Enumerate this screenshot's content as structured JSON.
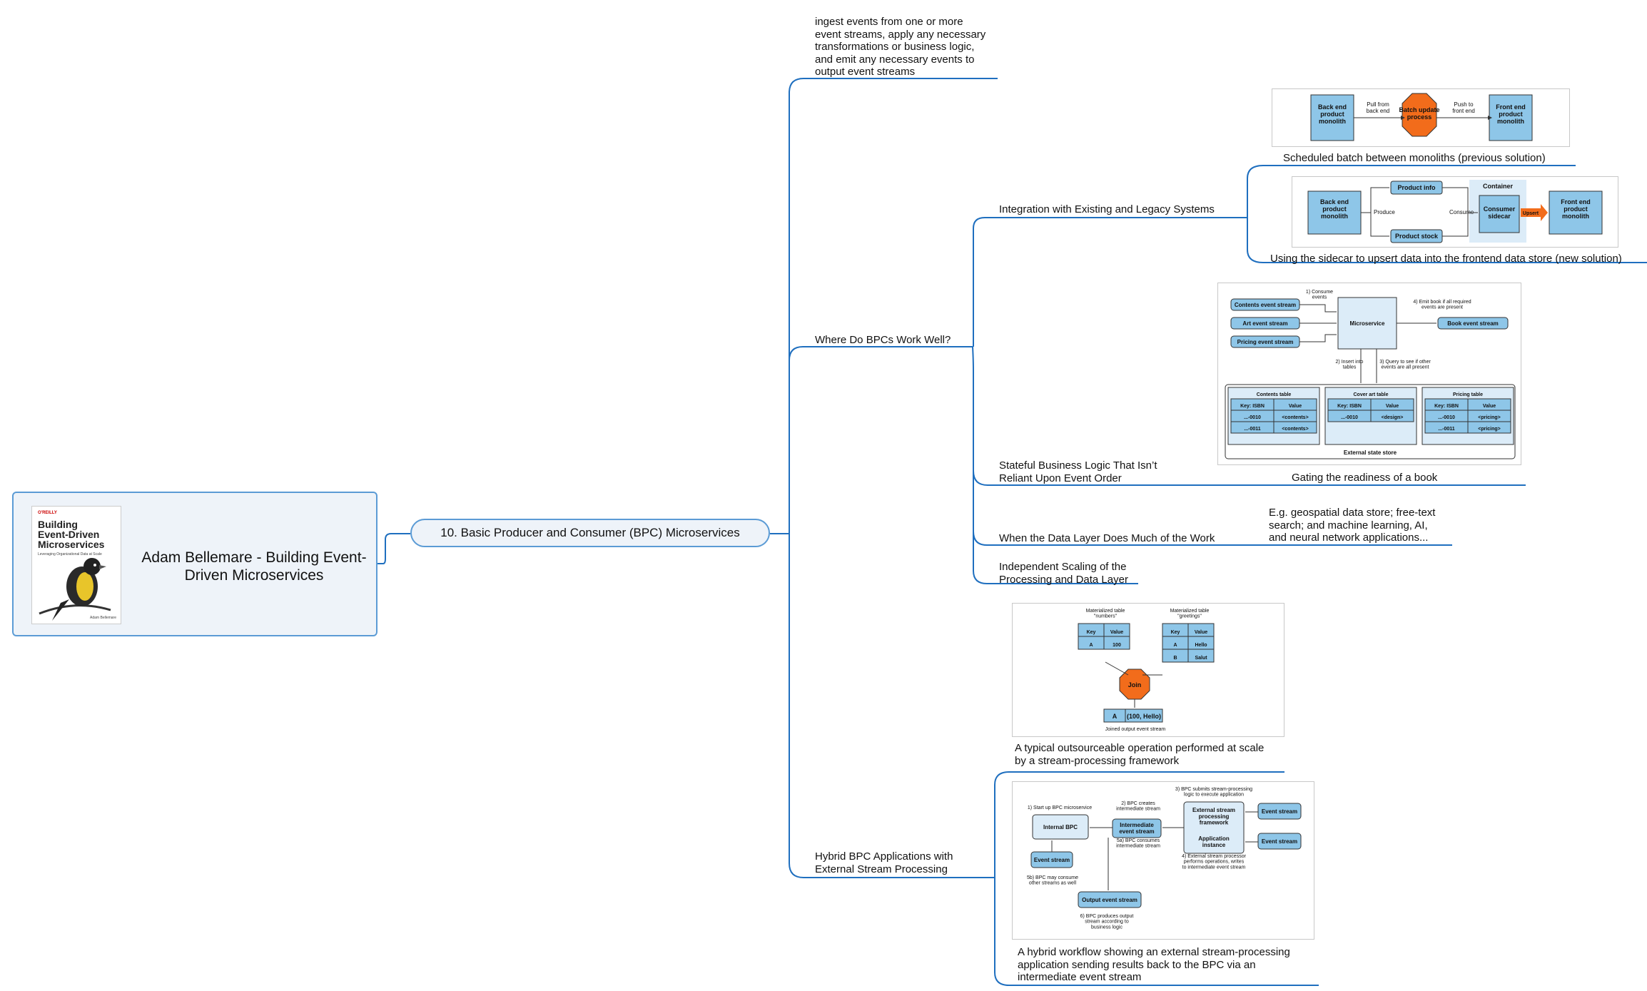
{
  "root": {
    "title": "Adam Bellemare - Building Event-Driven Microservices",
    "book_cover": {
      "publisher": "O'REILLY",
      "title": "Building\nEvent-Driven\nMicroservices",
      "subtitle": "Leveraging Organizational Data at Scale",
      "author": "Adam Bellemare"
    }
  },
  "topic": {
    "title": "10. Basic Producer and Consumer (BPC) Microservices"
  },
  "branches": {
    "definition": "ingest events from one or more\nevent streams, apply any necessary\ntransformations or business logic,\nand emit any necessary events to\noutput event streams",
    "where_work_well": "Where Do BPCs Work Well?",
    "hybrid": "Hybrid BPC Applications with\nExternal Stream Processing"
  },
  "subbranches": {
    "integration": "Integration with Existing and Legacy Systems",
    "stateful": "Stateful Business Logic That Isn’t\nReliant Upon Event Order",
    "data_layer": "When the Data Layer Does Much of the Work",
    "data_layer_note": "E.g. geospatial data store; free-text\nsearch; and machine learning, AI,\nand neural network applications...",
    "scaling": "Independent Scaling of the\nProcessing and Data Layer"
  },
  "captions": {
    "batch": "Scheduled batch between monoliths (previous solution)",
    "sidecar": "Using the sidecar to upsert data into the frontend data store (new solution)",
    "gating": "Gating the readiness of a book",
    "outsource": "A typical outsourceable operation performed at scale\nby a stream-processing framework",
    "hybrid": "A hybrid workflow showing an external stream-processing\napplication sending results back to the BPC via an\nintermediate event stream"
  },
  "fig_batch": {
    "back_end": "Back end\nproduct\nmonolith",
    "pull": "Pull from\nback end",
    "batch": "Batch update\nprocess",
    "push": "Push to\nfront end",
    "front_end": "Front end\nproduct\nmonolith"
  },
  "fig_sidecar": {
    "back_end": "Back end\nproduct\nmonolith",
    "produce": "Produce",
    "product_info": "Product info",
    "product_stock": "Product stock",
    "consume": "Consume",
    "container": "Container",
    "consumer_sidecar": "Consumer\nsidecar",
    "upsert": "Upsert",
    "front_end": "Front end\nproduct\nmonolith"
  },
  "fig_gating": {
    "contents_stream": "Contents event stream",
    "art_stream": "Art event stream",
    "pricing_stream": "Pricing event stream",
    "consume": "1) Consume\nevents",
    "microservice": "Microservice",
    "emit": "4) Emit book if all required\nevents are present",
    "book_stream": "Book event stream",
    "insert": "2) Insert into\ntables",
    "query": "3) Query to see if other\nevents are all present",
    "contents_table": "Contents table",
    "cover_table": "Cover art table",
    "pricing_table": "Pricing table",
    "key_isbn": "Key: ISBN",
    "value": "Value",
    "contents_rows": [
      [
        "...-0010",
        "<contents>"
      ],
      [
        "...-0011",
        "<contents>"
      ]
    ],
    "cover_rows": [
      [
        "...-0010",
        "<design>"
      ]
    ],
    "pricing_rows": [
      [
        "...-0010",
        "<pricing>"
      ],
      [
        "...-0011",
        "<pricing>"
      ]
    ],
    "store": "External state store"
  },
  "fig_join": {
    "numbers_title": "Materialized table\n\"numbers\"",
    "greetings_title": "Materialized table\n\"greetings\"",
    "key": "Key",
    "value": "Value",
    "numbers_rows": [
      [
        "A",
        "100"
      ]
    ],
    "greetings_rows": [
      [
        "A",
        "Hello"
      ],
      [
        "B",
        "Salut"
      ]
    ],
    "join": "Join",
    "output_key": "A",
    "output_value": "(100, Hello)",
    "output_label": "Joined output event stream"
  },
  "fig_hybrid": {
    "start": "1) Start up BPC microservice",
    "internal_bpc": "Internal BPC",
    "creates": "2) BPC creates\nintermediate stream",
    "intermediate": "Intermediate\nevent stream",
    "consumes": "5a) BPC consumes\nintermediate stream",
    "submits": "3) BPC submits stream-processing\nlogic to execute application",
    "external": "External stream\nprocessing\nframework",
    "app_instance": "Application\ninstance",
    "event_stream": "Event stream",
    "performs": "4) External stream processor\nperforms operations, writes\nto intermediate event stream",
    "may_consume": "5b) BPC may consume\nother streams as well",
    "output_stream": "Output event stream",
    "produces": "6) BPC produces output\nstream according to\nbusiness logic"
  },
  "colors": {
    "connector": "#1f6fbf",
    "node_fill": "#eef3f9",
    "node_border": "#5b9bd5",
    "box_blue": "#8ec6e8",
    "box_light": "#dcecf8",
    "octagon": "#f26c1b"
  }
}
